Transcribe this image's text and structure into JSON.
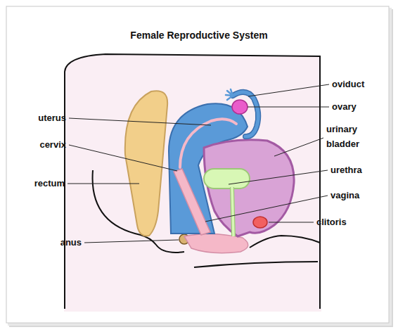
{
  "diagram": {
    "title": "Female Reproductive System",
    "labels": [
      "oviduct",
      "ovary",
      "uterus",
      "urinary bladder",
      "cervix",
      "urethra",
      "rectum",
      "vagina",
      "clitoris",
      "anus"
    ]
  }
}
